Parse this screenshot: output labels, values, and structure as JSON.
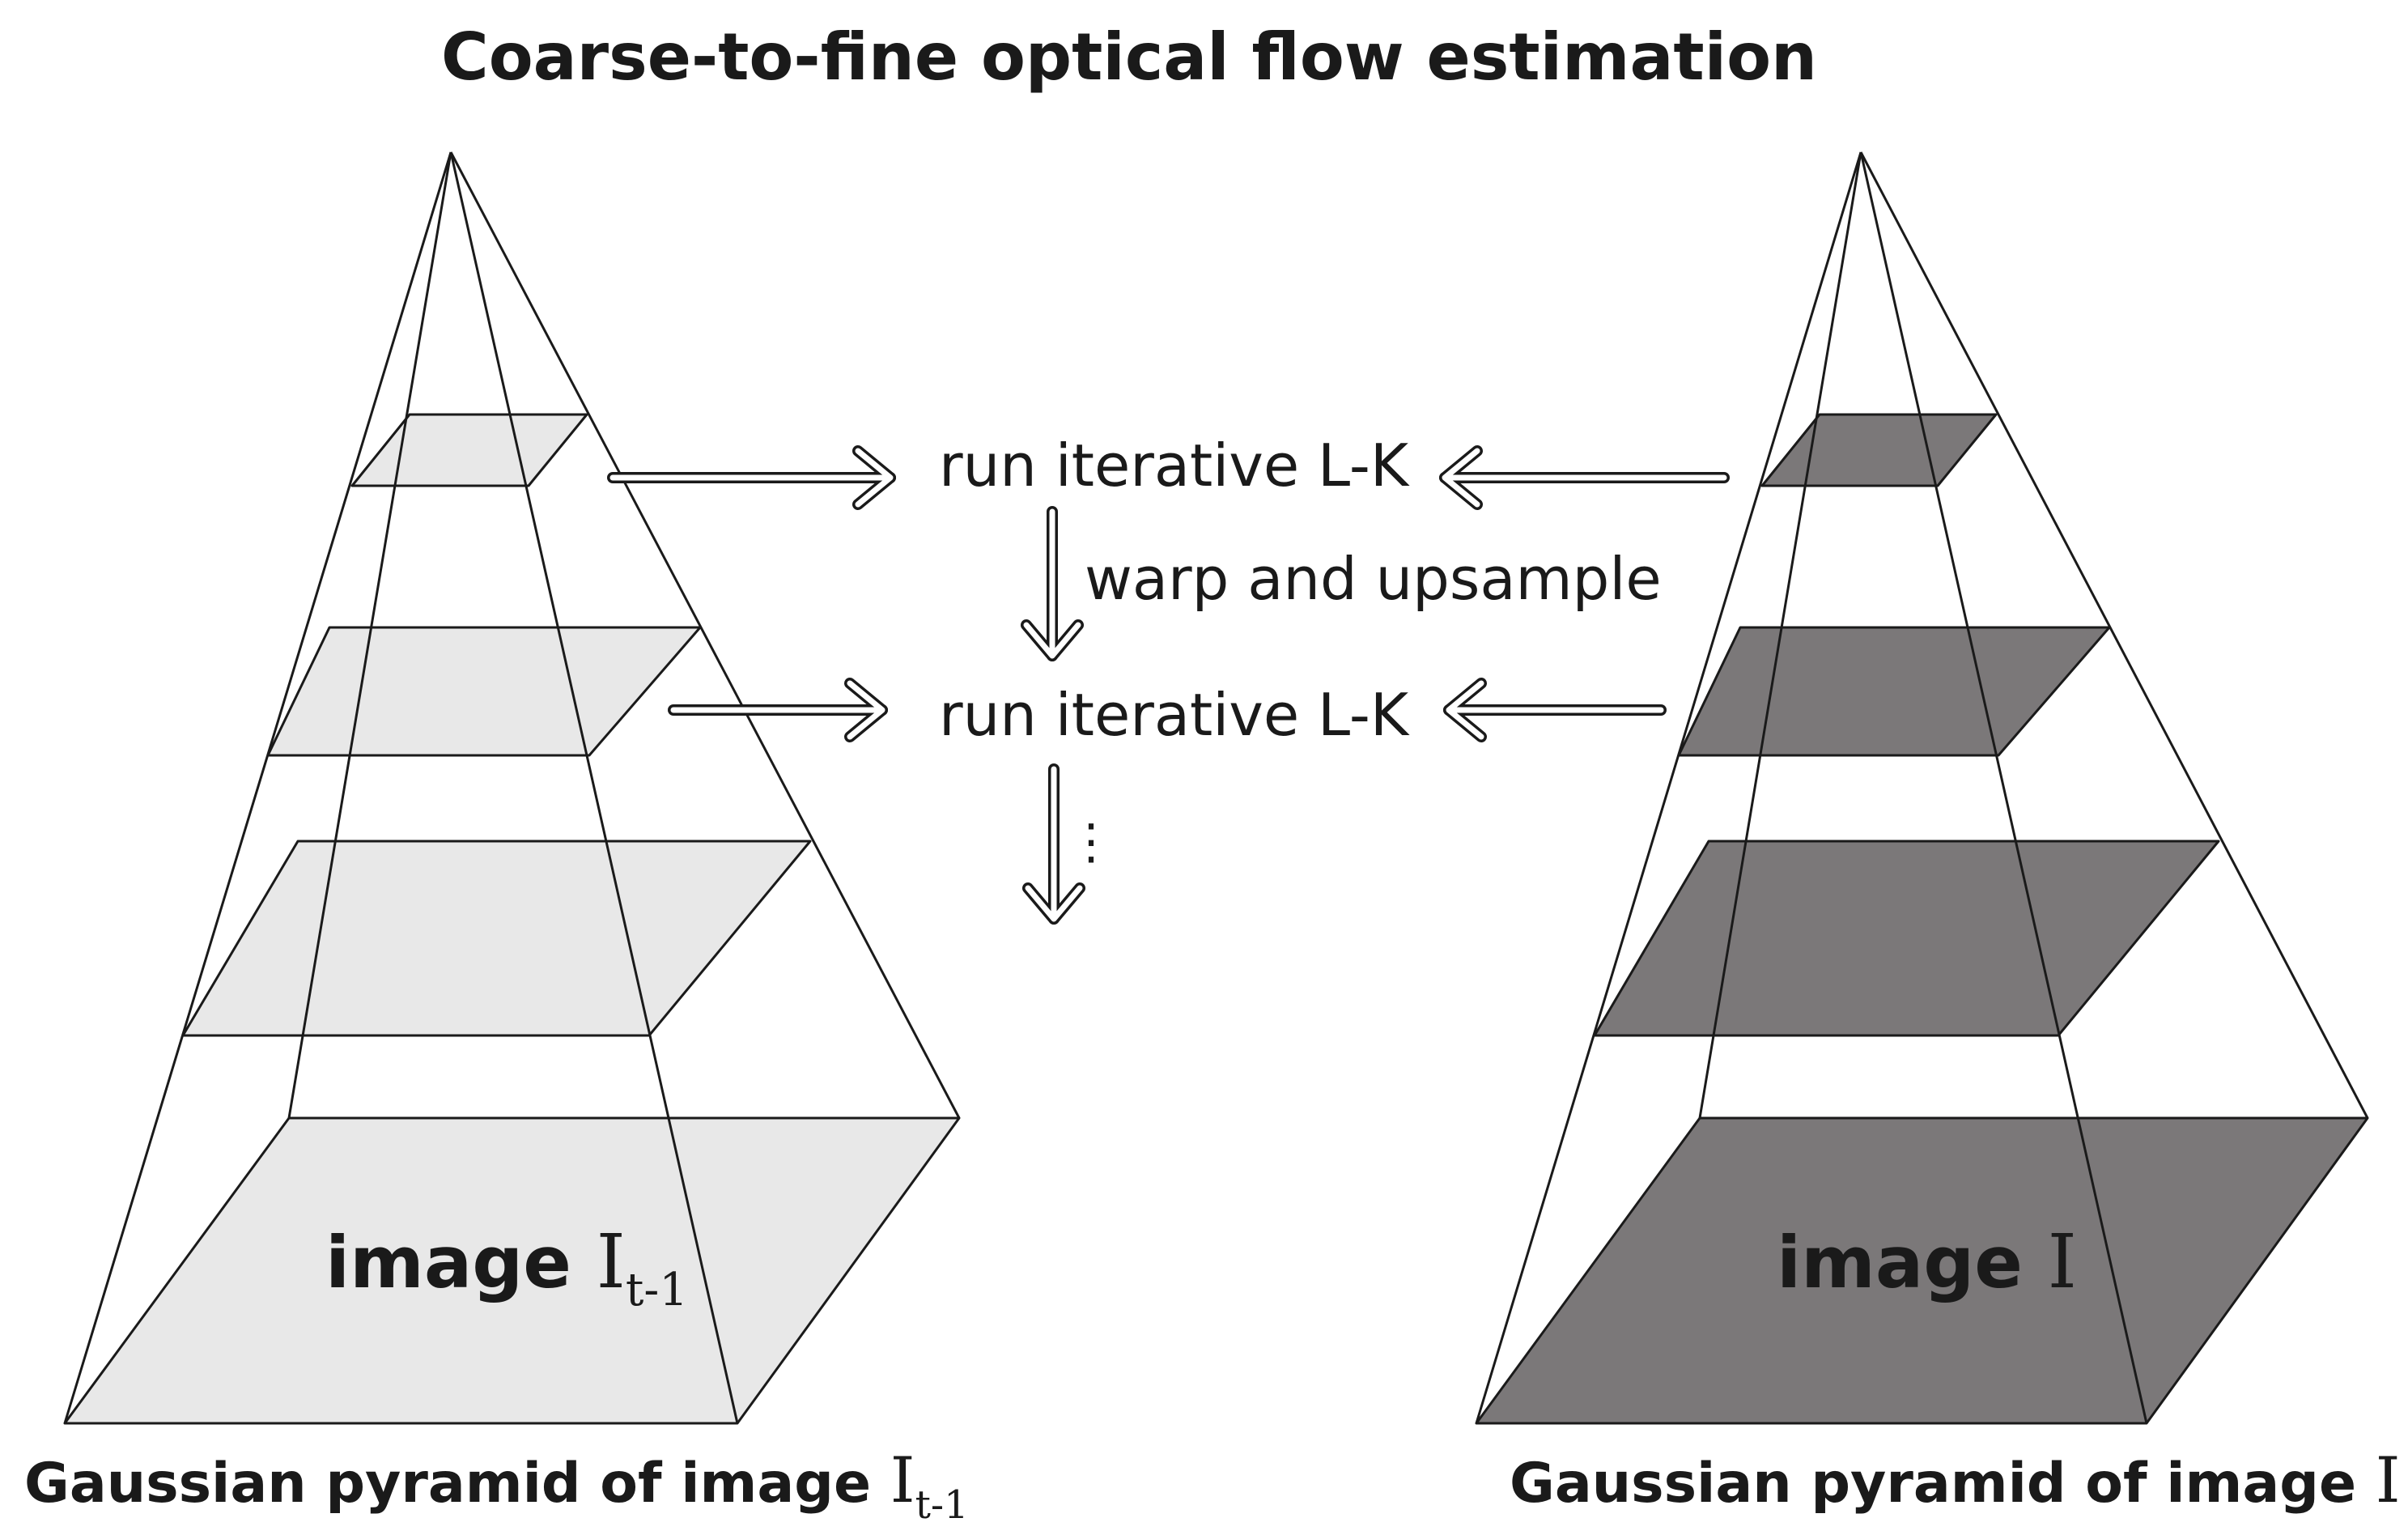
{
  "title": "Coarse-to-fine optical flow estimation",
  "steps": {
    "step1": "run iterative L-K",
    "warp": "warp and upsample",
    "step2": "run iterative L-K",
    "ellipsis": "⋮"
  },
  "left_pyramid": {
    "label_prefix": "Gaussian pyramid of image ",
    "label_symbol": "I",
    "label_subscript": "t-1",
    "base_prefix": "image ",
    "base_symbol": "I",
    "base_subscript": "t-1",
    "fill": "#e8e8e8"
  },
  "right_pyramid": {
    "label_prefix": "Gaussian pyramid of image ",
    "label_symbol": "I",
    "base_prefix": "image ",
    "base_symbol": "I",
    "fill": "#7b7879"
  }
}
